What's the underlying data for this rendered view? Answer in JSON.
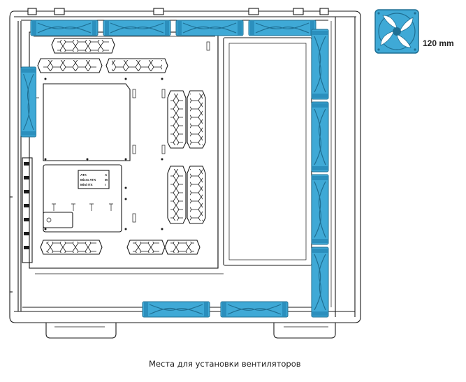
{
  "caption": "Места для установки вентиляторов",
  "legend": {
    "fan_size_label": "120 mm",
    "fan_icon": "fan-120mm-icon"
  },
  "board_labels": {
    "rows": [
      {
        "form": "ATX",
        "mark": "A"
      },
      {
        "form": "Micro ATX",
        "mark": "M"
      },
      {
        "form": "Mini ITX",
        "mark": "I"
      }
    ]
  },
  "colors": {
    "fan_blue": "#3fa9d6",
    "fan_dark": "#1f6f93",
    "line": "#1a1a1a"
  }
}
